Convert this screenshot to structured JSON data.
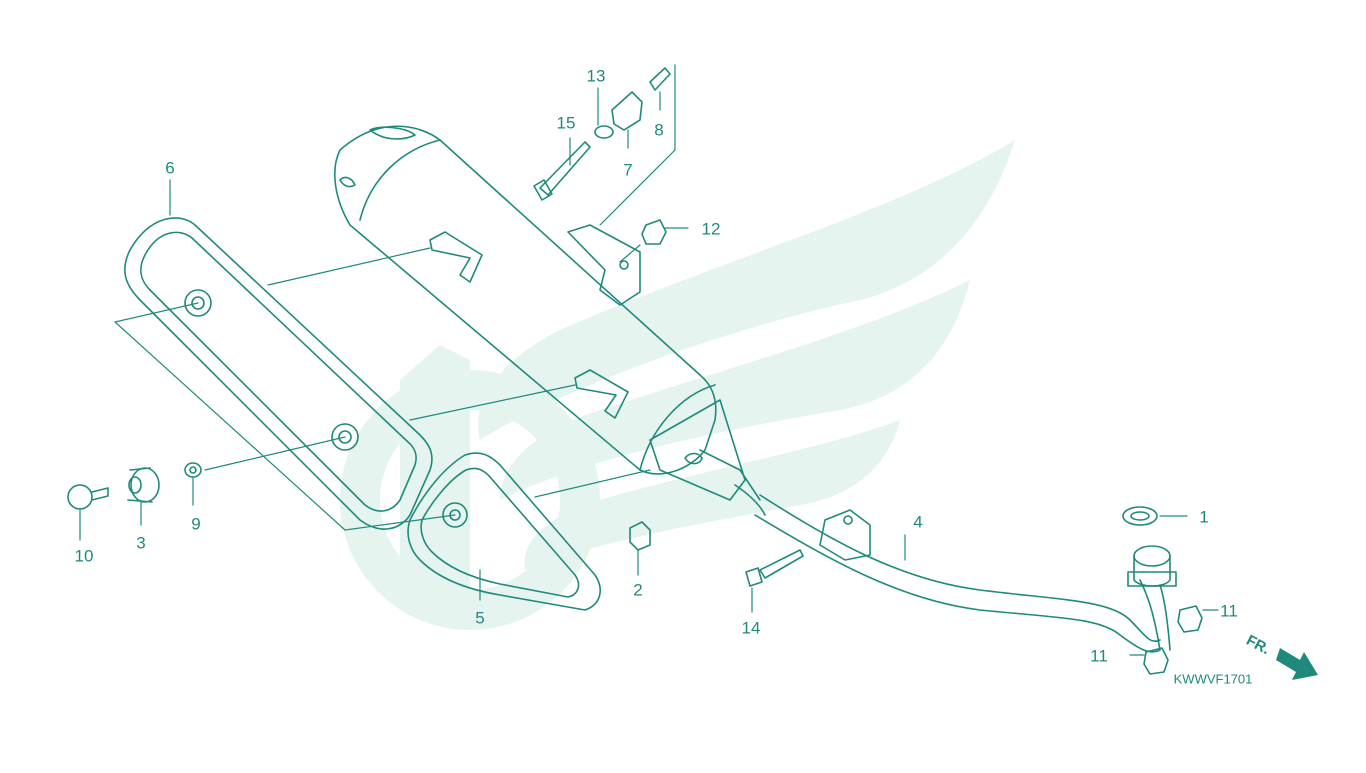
{
  "diagram": {
    "code": "KWWVF1701",
    "direction_label": "FR.",
    "colors": {
      "line": "#1f8a7c",
      "watermark": "#e6f4ef"
    },
    "callouts": [
      {
        "id": "1",
        "label": "1"
      },
      {
        "id": "2",
        "label": "2"
      },
      {
        "id": "3",
        "label": "3"
      },
      {
        "id": "4",
        "label": "4"
      },
      {
        "id": "5",
        "label": "5"
      },
      {
        "id": "6",
        "label": "6"
      },
      {
        "id": "7",
        "label": "7"
      },
      {
        "id": "8",
        "label": "8"
      },
      {
        "id": "9",
        "label": "9"
      },
      {
        "id": "10",
        "label": "10"
      },
      {
        "id": "11a",
        "label": "11"
      },
      {
        "id": "11b",
        "label": "11"
      },
      {
        "id": "12",
        "label": "12"
      },
      {
        "id": "13",
        "label": "13"
      },
      {
        "id": "14",
        "label": "14"
      },
      {
        "id": "15",
        "label": "15"
      }
    ]
  }
}
